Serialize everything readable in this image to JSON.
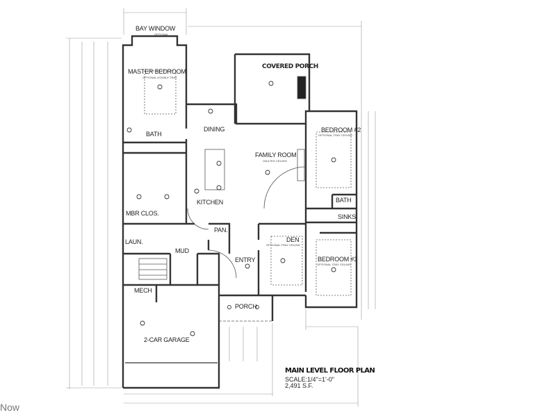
{
  "plan": {
    "title": "MAIN LEVEL FLOOR PLAN",
    "scale": "SCALE:1/4\"=1'-0\"",
    "area": "2,491 S.F.",
    "rooms": {
      "bay_window": "BAY WINDOW",
      "master_bedroom": "MASTER BEDROOM",
      "master_bath": "BATH",
      "dining": "DINING",
      "covered_porch": "COVERED PORCH",
      "family_room": "FAMILY ROOM",
      "bedroom2": "BEDROOM #2",
      "kitchen": "KITCHEN",
      "mbr_closet": "MBR CLOS.",
      "bath2": "BATH",
      "sinks": "SINKS",
      "pantry": "PAN.",
      "laundry": "LAUN.",
      "mud": "MUD",
      "den": "DEN",
      "entry": "ENTRY",
      "bedroom3": "BEDROOM #3",
      "mech": "MECH",
      "garage": "2-CAR GARAGE",
      "porch": "PORCH"
    },
    "notes": {
      "bay_optional": "OPTIONAL",
      "master_ceiling": "OPTIONAL-DOUBLE TRAY",
      "bedroom2_ceiling": "OPTIONAL-TRAY CEILING",
      "den_ceiling": "OPTIONAL-TRAY CEILING",
      "bedroom3_ceiling": "OPTIONAL-TRAY CEILING",
      "family_ceiling": "VAULTED CEILING"
    }
  },
  "watermark": "Now"
}
